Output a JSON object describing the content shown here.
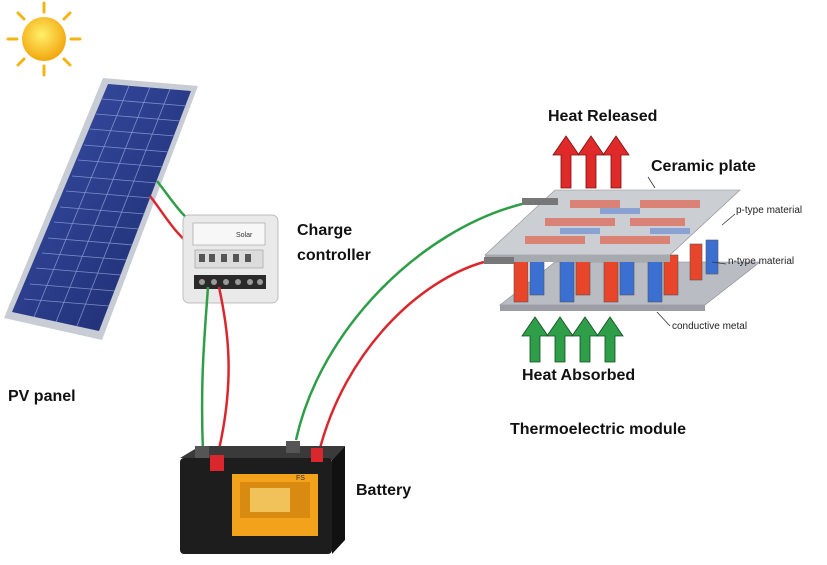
{
  "labels": {
    "pv_panel": "PV panel",
    "charge_controller_line1": "Charge",
    "charge_controller_line2": "controller",
    "battery": "Battery",
    "heat_released": "Heat Released",
    "heat_absorbed": "Heat Absorbed",
    "ceramic_plate": "Ceramic plate",
    "p_type": "p-type material",
    "n_type": "n-type material",
    "conductive_metal": "conductive metal",
    "thermoelectric_module": "Thermoelectric module"
  },
  "device_text": {
    "controller_brand": "Solar",
    "battery_badge": "FS"
  },
  "colors": {
    "wire_positive": "#d9272d",
    "wire_negative": "#2f9e48",
    "arrow_released": "#e02a2a",
    "arrow_absorbed": "#2f9e48",
    "panel_cells": "#23357e",
    "panel_frame": "#c8ccd4",
    "sun": "#f6c21a",
    "battery_body": "#1d1d1d",
    "battery_label": "#f3a21c",
    "p_type": "#e8452a",
    "n_type": "#3b6fd1",
    "ceramic": "#c9ccd1"
  }
}
